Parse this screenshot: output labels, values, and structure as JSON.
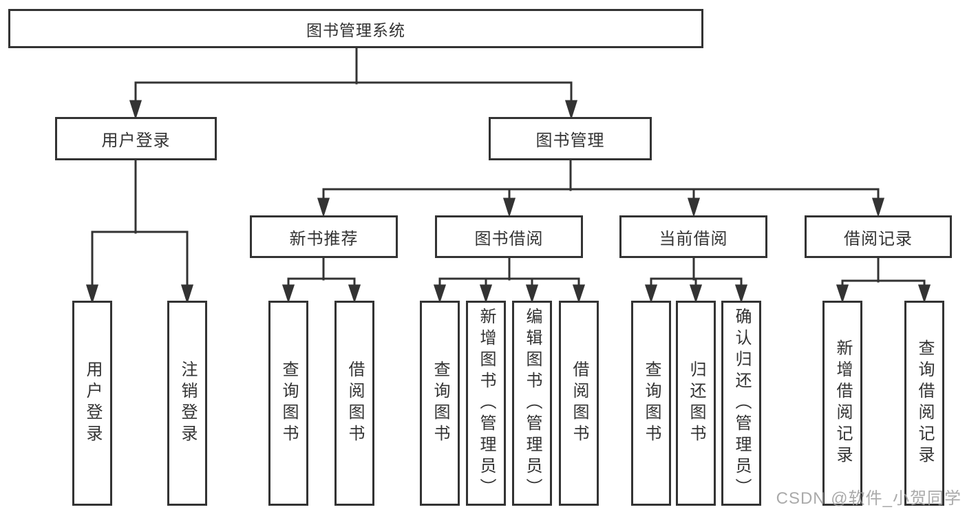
{
  "diagram_title": "图书管理系统",
  "tree": {
    "root": {
      "label": "图书管理系统"
    },
    "children": [
      {
        "label": "用户登录",
        "children": [
          {
            "label": "用户登录"
          },
          {
            "label": "注销登录"
          }
        ]
      },
      {
        "label": "图书管理",
        "children": [
          {
            "label": "新书推荐",
            "children": [
              {
                "label": "查询图书"
              },
              {
                "label": "借阅图书"
              }
            ]
          },
          {
            "label": "图书借阅",
            "children": [
              {
                "label": "查询图书"
              },
              {
                "label": "新增图书（管理员）"
              },
              {
                "label": "编辑图书（管理员）"
              },
              {
                "label": "借阅图书"
              }
            ]
          },
          {
            "label": "当前借阅",
            "children": [
              {
                "label": "查询图书"
              },
              {
                "label": "归还图书"
              },
              {
                "label": "确认归还（管理员）"
              }
            ]
          },
          {
            "label": "借阅记录",
            "children": [
              {
                "label": "新增借阅记录"
              },
              {
                "label": "查询借阅记录"
              }
            ]
          }
        ]
      }
    ]
  },
  "watermark": {
    "text": "CSDN @软件_小贺同学"
  },
  "colors": {
    "line": "#333333",
    "box_border": "#333333",
    "text": "#333333",
    "watermark": "#9e9e9e",
    "background": "#ffffff"
  }
}
